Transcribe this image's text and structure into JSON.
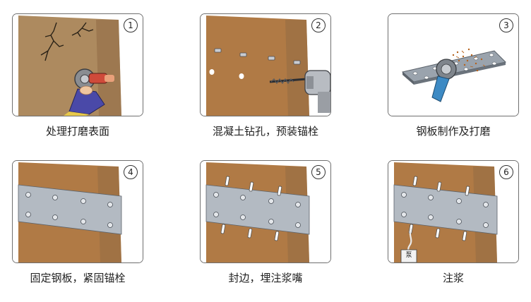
{
  "steps": [
    {
      "number": "1",
      "caption": "处理打磨表面"
    },
    {
      "number": "2",
      "caption": "混凝土钻孔，预装锚栓"
    },
    {
      "number": "3",
      "caption": "钢板制作及打磨"
    },
    {
      "number": "4",
      "caption": "固定钢板，紧固锚栓"
    },
    {
      "number": "5",
      "caption": "封边，埋注浆嘴"
    },
    {
      "number": "6",
      "caption": "注浆"
    }
  ],
  "grout_bucket_label": "泵",
  "colors": {
    "wall": "#b07a45",
    "wall_shadow": "#8f6a44",
    "steel": "#9aa3ad",
    "panel_border": "#6f6f6f"
  }
}
